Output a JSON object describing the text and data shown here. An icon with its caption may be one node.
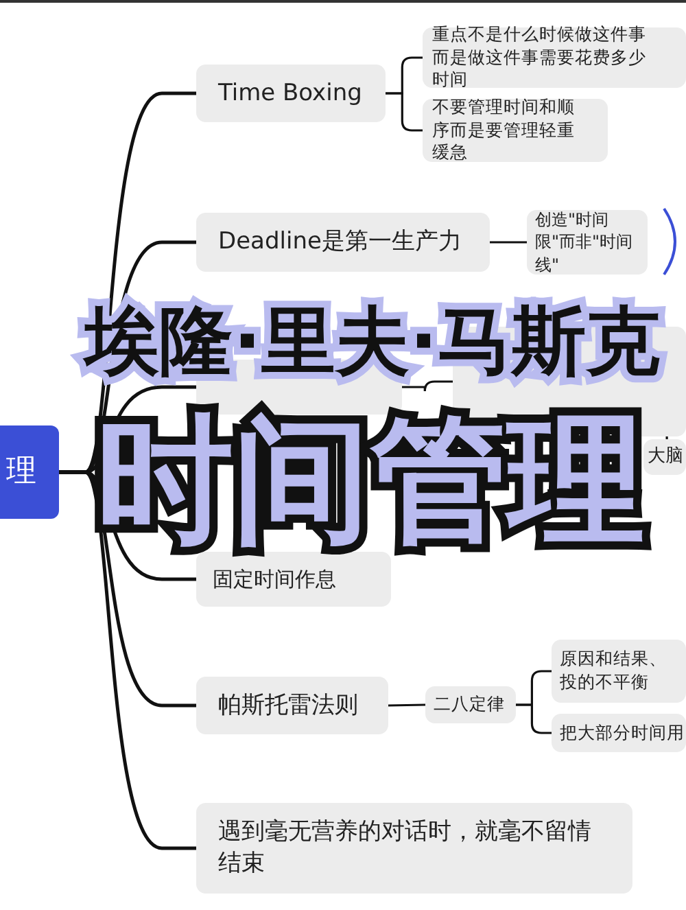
{
  "diagram": {
    "nodes": [
      {
        "text": [
          "理"
        ]
      },
      {
        "text": [
          "Time Boxing"
        ]
      },
      {
        "text": [
          "重点不是什么时候做这件事而是做这件事需要花费多少时间"
        ]
      },
      {
        "text": [
          "不要管理时间和顺序而是要管理轻重缓急"
        ]
      },
      {
        "text": [
          "Deadline是第一生产力"
        ]
      },
      {
        "text": [
          "创造\"时间限\"而非\"时间线\""
        ]
      },
      {
        "text": [],
        "shape": "box"
      },
      {
        "text": [],
        "shape": "box"
      },
      {
        "text": [
          "固定时间作息"
        ]
      },
      {
        "text": [
          "大脑"
        ]
      },
      {
        "text": [
          "帕斯托雷法则"
        ]
      },
      {
        "text": [
          "二八定律"
        ]
      },
      {
        "text": [
          "原因和结果、投的不平衡"
        ]
      },
      {
        "text": [
          "把大部分时间用"
        ]
      },
      {
        "text": [
          "遇到毫无营养的对话时，就毫不留情结束"
        ]
      }
    ],
    "edges": [
      {
        "from": 0,
        "to": 1,
        "arrow": "none"
      },
      {
        "from": 0,
        "to": 4,
        "arrow": "none"
      },
      {
        "from": 0,
        "to": 6,
        "arrow": "none"
      },
      {
        "from": 0,
        "to": 8,
        "arrow": "none"
      },
      {
        "from": 0,
        "to": 10,
        "arrow": "none"
      },
      {
        "from": 0,
        "to": 14,
        "arrow": "none"
      },
      {
        "from": 1,
        "to": 2,
        "arrow": "none"
      },
      {
        "from": 1,
        "to": 3,
        "arrow": "none"
      },
      {
        "from": 4,
        "to": 5,
        "arrow": "none"
      },
      {
        "from": 6,
        "to": 7,
        "arrow": "none"
      },
      {
        "from": 7,
        "to": 9,
        "arrow": "none"
      },
      {
        "from": 10,
        "to": 11,
        "arrow": "none"
      },
      {
        "from": 11,
        "to": 12,
        "arrow": "none"
      },
      {
        "from": 11,
        "to": 13,
        "arrow": "none"
      }
    ],
    "labels": [
      "埃隆·里夫·马斯克",
      "时间管理"
    ]
  }
}
